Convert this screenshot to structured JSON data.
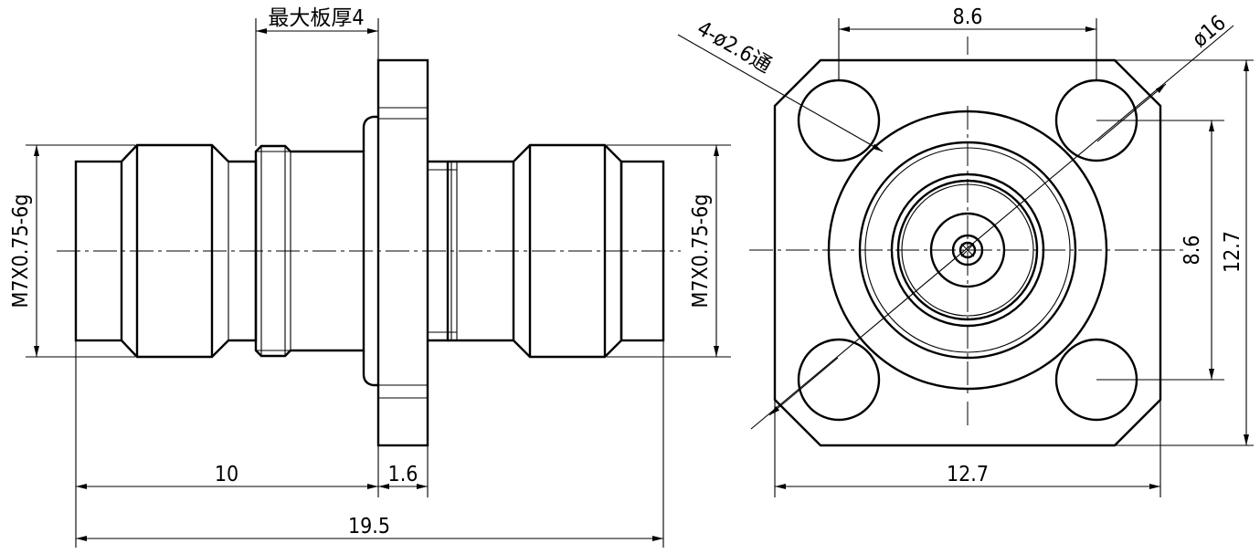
{
  "drawing": {
    "side_view": {
      "left_thread": "M7X0.75-6g",
      "right_thread": "M7X0.75-6g",
      "panel_thickness": "最大板厚4",
      "length_to_flange": "10",
      "flange_thickness": "1.6",
      "overall_length": "19.5"
    },
    "front_view": {
      "holes": "4-ø2.6通",
      "outer_diameter": "ø16",
      "hole_spacing_horizontal": "8.6",
      "hole_spacing_vertical": "8.6",
      "flange_width": "12.7",
      "flange_height": "12.7"
    }
  }
}
